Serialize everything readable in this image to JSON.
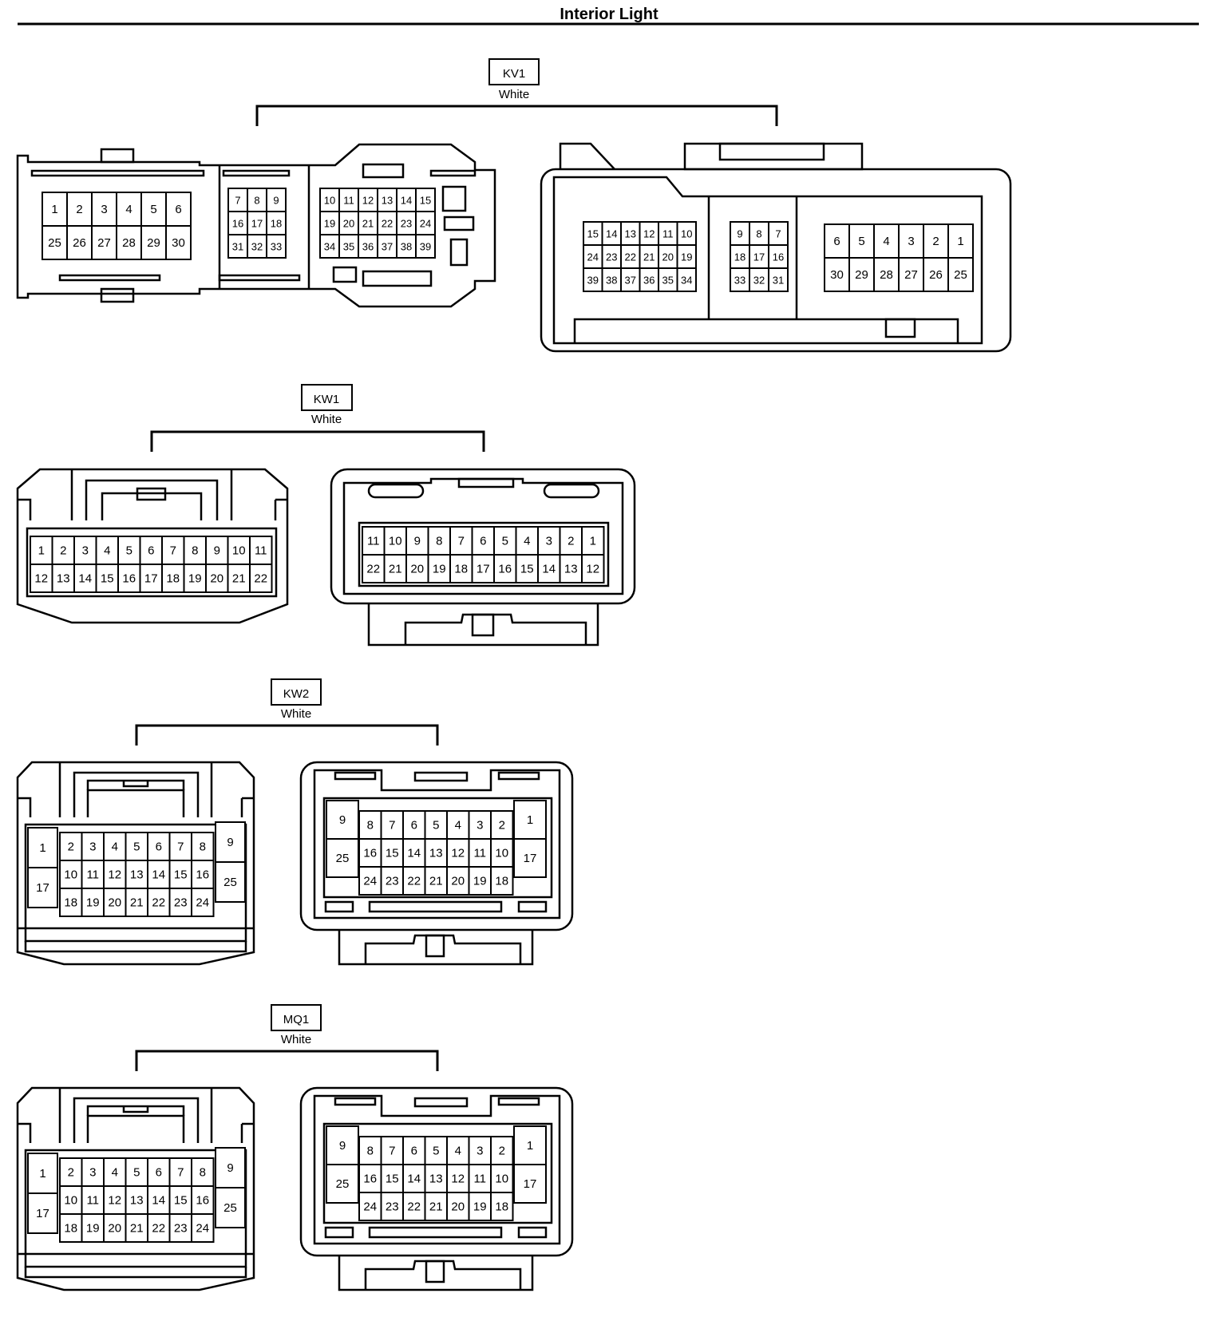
{
  "page": {
    "title": "Interior Light"
  },
  "connectors": [
    {
      "code": "KV1",
      "color": "White",
      "left_view": {
        "groups": [
          [
            [
              "1",
              "2",
              "3",
              "4",
              "5",
              "6"
            ],
            [
              "25",
              "26",
              "27",
              "28",
              "29",
              "30"
            ]
          ],
          [
            [
              "7",
              "8",
              "9"
            ],
            [
              "16",
              "17",
              "18"
            ],
            [
              "31",
              "32",
              "33"
            ]
          ],
          [
            [
              "10",
              "11",
              "12",
              "13",
              "14",
              "15"
            ],
            [
              "19",
              "20",
              "21",
              "22",
              "23",
              "24"
            ],
            [
              "34",
              "35",
              "36",
              "37",
              "38",
              "39"
            ]
          ]
        ]
      },
      "right_view": {
        "groups": [
          [
            [
              "15",
              "14",
              "13",
              "12",
              "11",
              "10"
            ],
            [
              "24",
              "23",
              "22",
              "21",
              "20",
              "19"
            ],
            [
              "39",
              "38",
              "37",
              "36",
              "35",
              "34"
            ]
          ],
          [
            [
              "9",
              "8",
              "7"
            ],
            [
              "18",
              "17",
              "16"
            ],
            [
              "33",
              "32",
              "31"
            ]
          ],
          [
            [
              "6",
              "5",
              "4",
              "3",
              "2",
              "1"
            ],
            [
              "30",
              "29",
              "28",
              "27",
              "26",
              "25"
            ]
          ]
        ]
      }
    },
    {
      "code": "KW1",
      "color": "White",
      "left_view": {
        "rows": [
          [
            "1",
            "2",
            "3",
            "4",
            "5",
            "6",
            "7",
            "8",
            "9",
            "10",
            "11"
          ],
          [
            "12",
            "13",
            "14",
            "15",
            "16",
            "17",
            "18",
            "19",
            "20",
            "21",
            "22"
          ]
        ]
      },
      "right_view": {
        "rows": [
          [
            "11",
            "10",
            "9",
            "8",
            "7",
            "6",
            "5",
            "4",
            "3",
            "2",
            "1"
          ],
          [
            "22",
            "21",
            "20",
            "19",
            "18",
            "17",
            "16",
            "15",
            "14",
            "13",
            "12"
          ]
        ]
      }
    },
    {
      "code": "KW2",
      "color": "White",
      "left_view": {
        "side_a": [
          "1",
          "17"
        ],
        "side_b": [
          "9",
          "25"
        ],
        "rows": [
          [
            "2",
            "3",
            "4",
            "5",
            "6",
            "7",
            "8"
          ],
          [
            "10",
            "11",
            "12",
            "13",
            "14",
            "15",
            "16"
          ],
          [
            "18",
            "19",
            "20",
            "21",
            "22",
            "23",
            "24"
          ]
        ]
      },
      "right_view": {
        "side_a": [
          "9",
          "25"
        ],
        "side_b": [
          "1",
          "17"
        ],
        "rows": [
          [
            "8",
            "7",
            "6",
            "5",
            "4",
            "3",
            "2"
          ],
          [
            "16",
            "15",
            "14",
            "13",
            "12",
            "11",
            "10"
          ],
          [
            "24",
            "23",
            "22",
            "21",
            "20",
            "19",
            "18"
          ]
        ]
      }
    },
    {
      "code": "MQ1",
      "color": "White",
      "left_view": {
        "side_a": [
          "1",
          "17"
        ],
        "side_b": [
          "9",
          "25"
        ],
        "rows": [
          [
            "2",
            "3",
            "4",
            "5",
            "6",
            "7",
            "8"
          ],
          [
            "10",
            "11",
            "12",
            "13",
            "14",
            "15",
            "16"
          ],
          [
            "18",
            "19",
            "20",
            "21",
            "22",
            "23",
            "24"
          ]
        ]
      },
      "right_view": {
        "side_a": [
          "9",
          "25"
        ],
        "side_b": [
          "1",
          "17"
        ],
        "rows": [
          [
            "8",
            "7",
            "6",
            "5",
            "4",
            "3",
            "2"
          ],
          [
            "16",
            "15",
            "14",
            "13",
            "12",
            "11",
            "10"
          ],
          [
            "24",
            "23",
            "22",
            "21",
            "20",
            "19",
            "18"
          ]
        ]
      }
    }
  ]
}
